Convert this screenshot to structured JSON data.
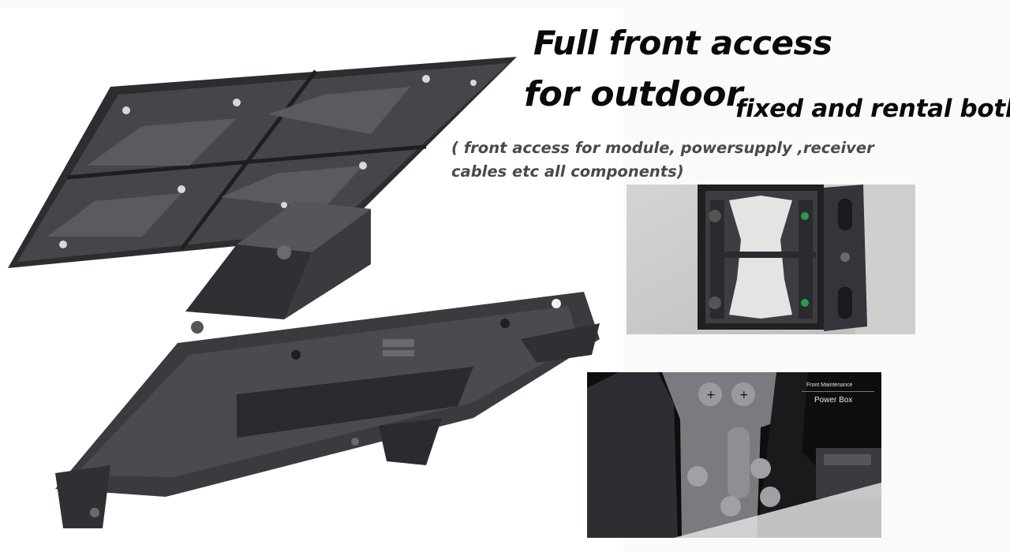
{
  "headline": {
    "line1": "Full front access",
    "line2": "for outdoor",
    "line3": "fixed and rental both"
  },
  "subtitle": {
    "line1": "( front access for module, powersupply ,receiver",
    "line2": "cables etc all  components)"
  },
  "detail_photo": {
    "overlay_caption": "Front Maintenance",
    "overlay_label": "Power Box"
  },
  "colors": {
    "headline": "#0a0a0a",
    "subtitle": "#4a4a4a",
    "cabinet_dark": "#3a3b3e",
    "background": "#fafaf8"
  },
  "icons": [
    "led-cabinet-exploded-illustration",
    "cabinet-front-photo",
    "power-box-closeup-photo"
  ]
}
